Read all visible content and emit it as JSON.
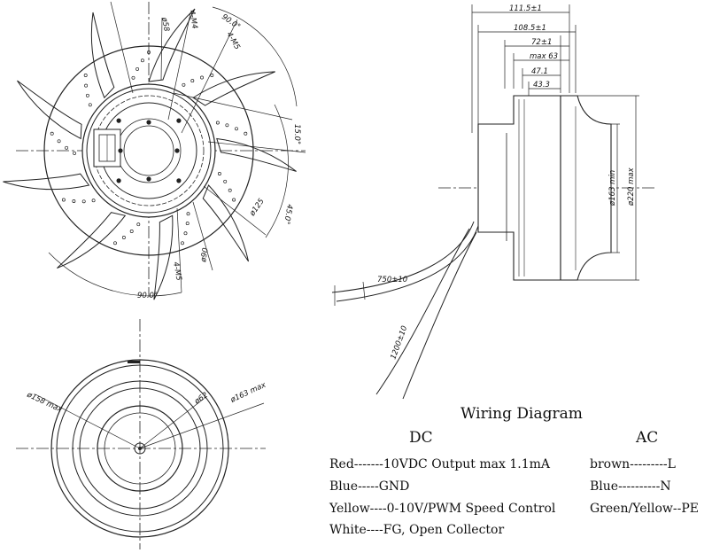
{
  "front_view": {
    "dims": {
      "d58": "ø58",
      "m4": "4-M4",
      "angle_top": "90.0°",
      "m5_top": "4-M5",
      "angle_15": "15.0°",
      "angle_45": "45.0°",
      "d125": "ø125",
      "d90": "ø90",
      "m5_bottom": "4-M5",
      "angle_bottom": "90.0°"
    }
  },
  "rear_view": {
    "dims": {
      "d158": "ø158 max",
      "d62": "ø62",
      "d163": "ø163 max"
    }
  },
  "side_view": {
    "dims": {
      "w111": "111.5±1",
      "w108": "108.5±1",
      "w72": "72±1",
      "max63": "max 63",
      "w47": "47.1",
      "w43": "43.3",
      "d163min": "ø163 min",
      "d220max": "ø220 max",
      "cable750": "750±10",
      "cable1200": "1200±10"
    }
  },
  "wiring": {
    "title": "Wiring Diagram",
    "dc": {
      "heading": "DC",
      "rows": [
        "Red-------10VDC Output max 1.1mA",
        "Blue-----GND",
        "Yellow----0-10V/PWM Speed Control",
        "White----FG, Open Collector"
      ]
    },
    "ac": {
      "heading": "AC",
      "rows": [
        "brown---------L",
        "Blue----------N",
        "Green/Yellow--PE"
      ]
    }
  }
}
